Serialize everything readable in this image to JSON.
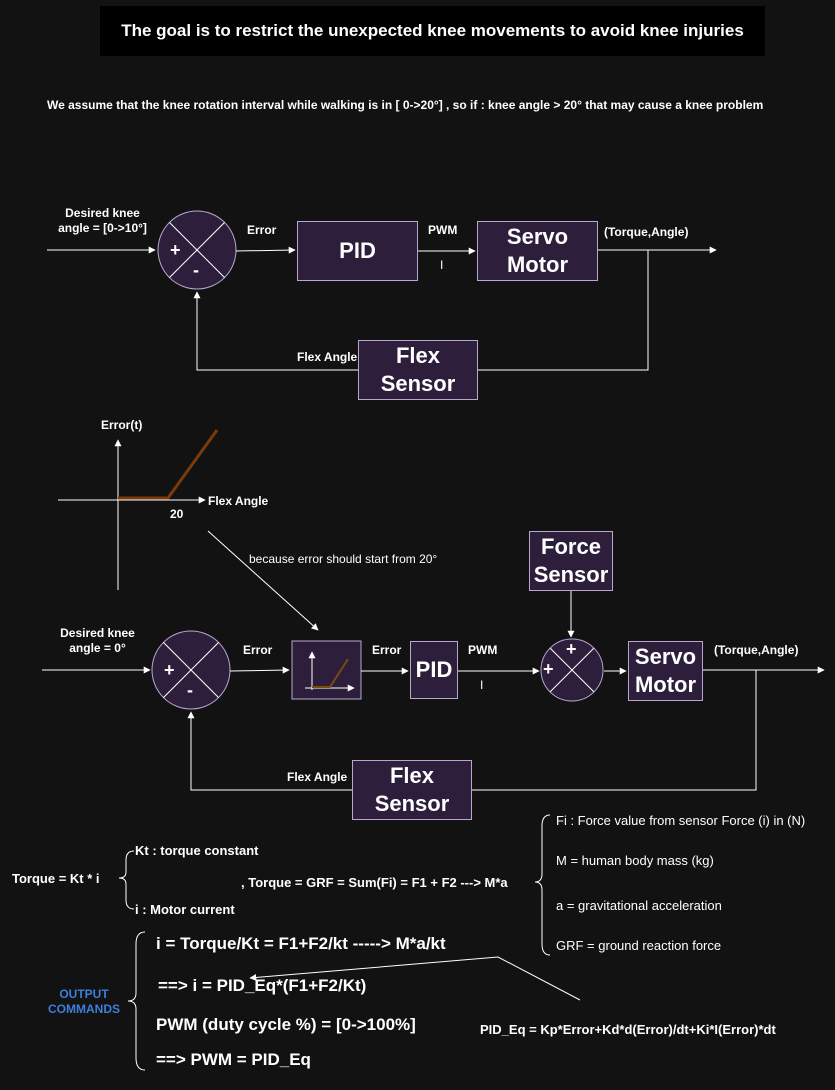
{
  "title": "The goal is to restrict the unexpected knee movements to avoid knee injuries",
  "assumption": "We assume that the knee rotation interval while walking is in [ 0->20°] , so if : knee angle > 20° that may cause a knee problem",
  "diagram1": {
    "input_label_line1": "Desired knee",
    "input_label_line2": "angle = [0->10°]",
    "plus": "+",
    "minus": "-",
    "error": "Error",
    "pid": "PID",
    "pwm": "PWM",
    "current": "I",
    "servo_line1": "Servo",
    "servo_line2": "Motor",
    "output": "(Torque,Angle)",
    "flex_angle": "Flex Angle",
    "flex_line1": "Flex",
    "flex_line2": "Sensor"
  },
  "graph": {
    "ylabel": "Error(t)",
    "xlabel": "Flex Angle",
    "tick": "20",
    "note": "because error should start from 20°"
  },
  "diagram2": {
    "input_label_line1": "Desired knee",
    "input_label_line2": "angle = 0°",
    "plus": "+",
    "minus": "-",
    "error1": "Error",
    "error2": "Error",
    "pid": "PID",
    "pwm": "PWM",
    "current": "I",
    "sum2_top": "+",
    "sum2_left": "+",
    "force_line1": "Force",
    "force_line2": "Sensor",
    "servo_line1": "Servo",
    "servo_line2": "Motor",
    "output": "(Torque,Angle)",
    "flex_angle": "Flex Angle",
    "flex_line1": "Flex",
    "flex_line2": "Sensor"
  },
  "equations": {
    "torque": "Torque = Kt * i",
    "kt": "Kt : torque constant",
    "i_def": "i : Motor current",
    "grf": ", Torque = GRF = Sum(Fi) = F1 + F2 ---> M*a",
    "fi": "Fi : Force value from sensor Force (i) in (N)",
    "m": "M = human body mass (kg)",
    "a": "a = gravitational acceleration",
    "grf_def": "GRF = ground reaction force",
    "out_line1": "OUTPUT",
    "out_line2": "COMMANDS",
    "cmd1": "i = Torque/Kt = F1+F2/kt -----> M*a/kt",
    "cmd2": "==> i = PID_Eq*(F1+F2/Kt)",
    "cmd3": "PWM (duty cycle %) = [0->100%]",
    "cmd4": "==> PWM = PID_Eq",
    "pid_eq": "PID_Eq = Kp*Error+Kd*d(Error)/dt+Ki*I(Error)*dt"
  }
}
